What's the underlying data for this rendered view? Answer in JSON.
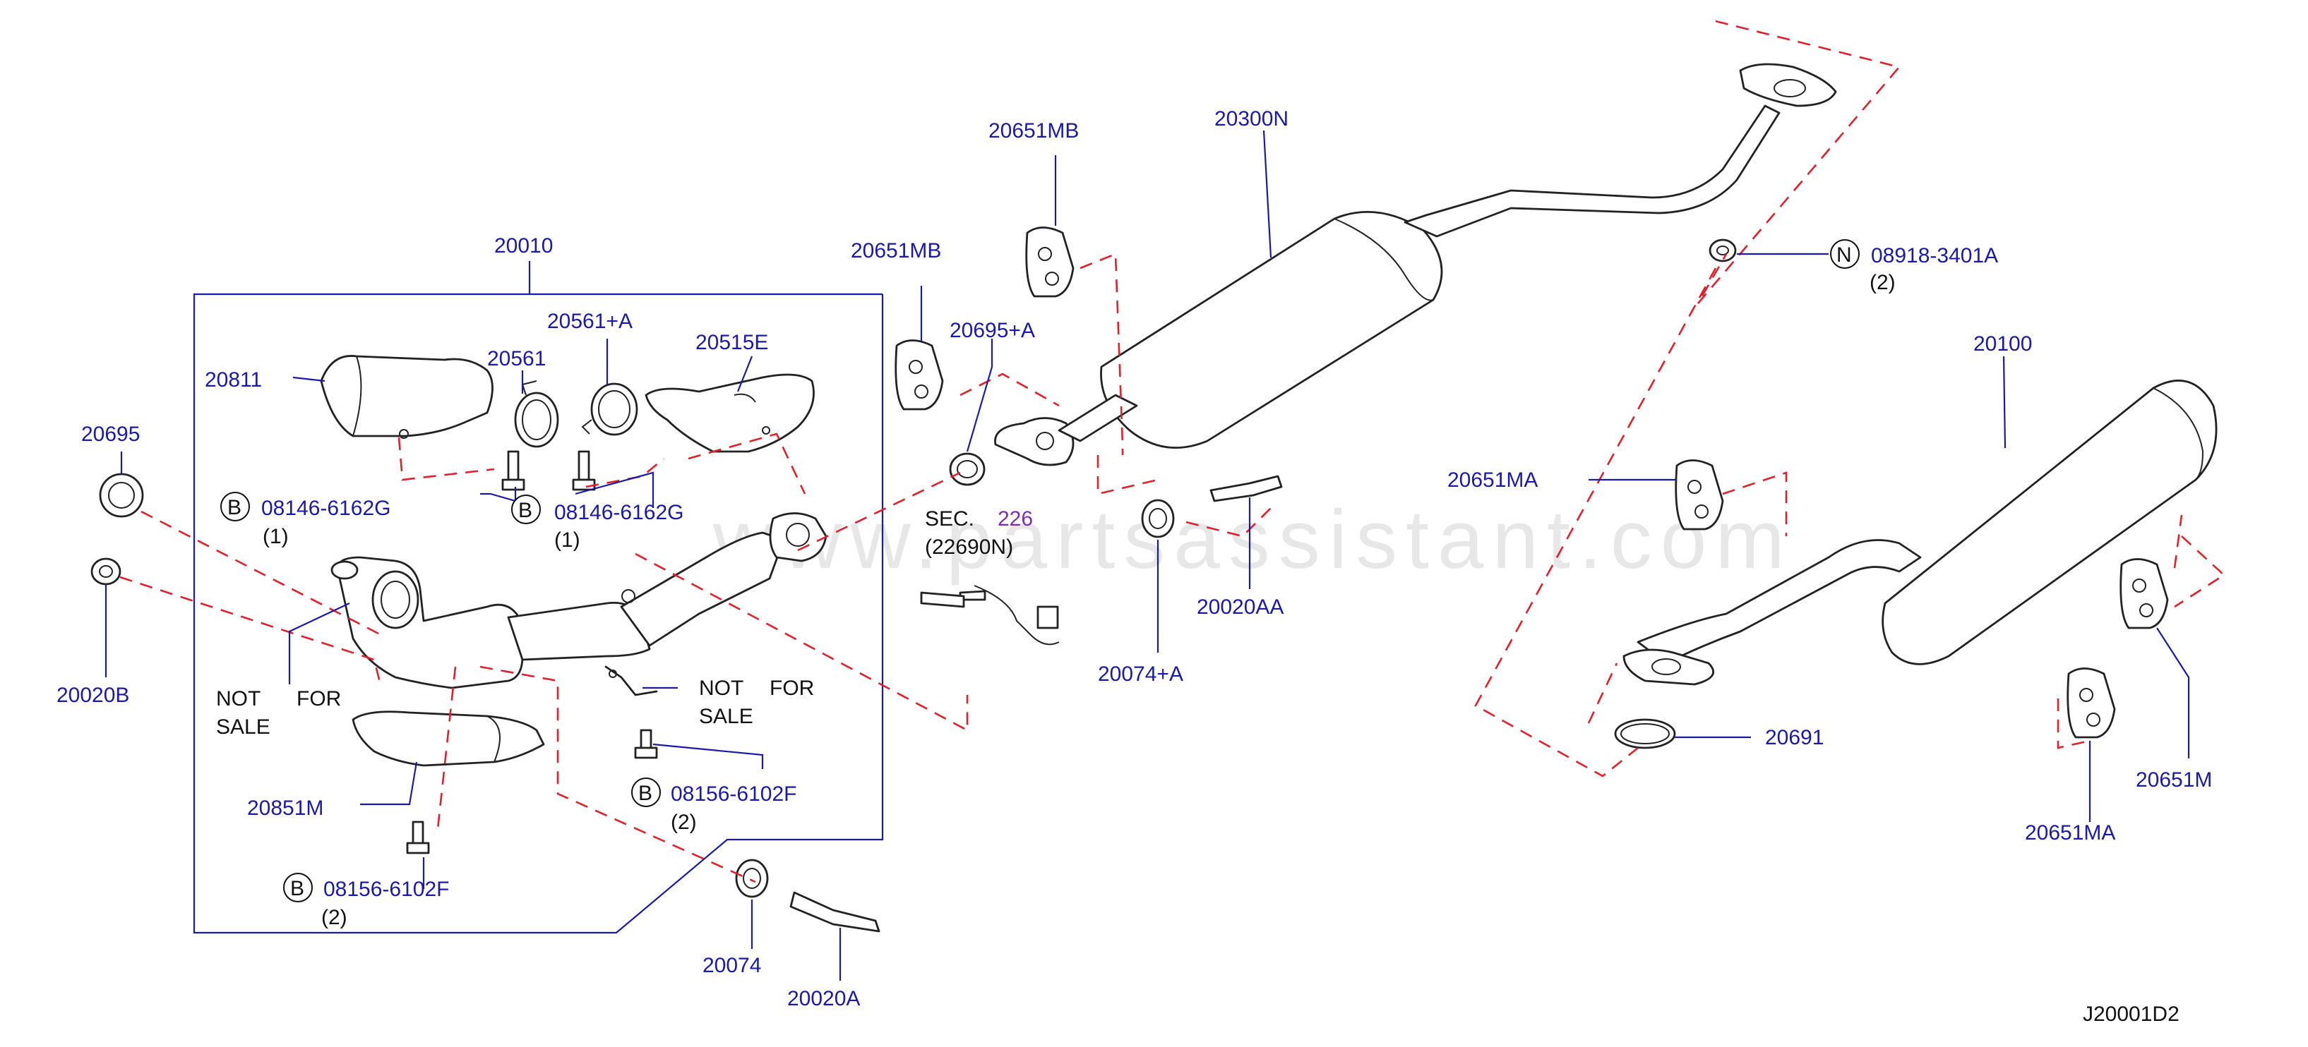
{
  "watermark": "www.partsassistant.com",
  "diagram_id": "J20001D2",
  "not_for_sale": [
    "NOT",
    "FOR",
    "SALE"
  ],
  "section_ref": {
    "prefix": "SEC.",
    "number": "226",
    "part": "(22690N)"
  },
  "part_numbers": {
    "p20010": "20010",
    "p20811": "20811",
    "p20561": "20561",
    "p20561a": "20561+A",
    "p20515e": "20515E",
    "p20695": "20695",
    "p20020b": "20020B",
    "p20851m": "20851M",
    "p20651mb_left": "20651MB",
    "p20651mb_top": "20651MB",
    "p20695a": "20695+A",
    "p20300n": "20300N",
    "p20074a": "20074+A",
    "p20020aa": "20020AA",
    "p20074": "20074",
    "p20020a": "20020A",
    "p20100": "20100",
    "p20651ma_left": "20651MA",
    "p20651ma_bottom": "20651MA",
    "p20651m": "20651M",
    "p20691": "20691"
  },
  "fasteners": [
    {
      "circle": "B",
      "code": "08146-6162G",
      "qty": "(1)"
    },
    {
      "circle": "B",
      "code": "08146-6162G",
      "qty": "(1)"
    },
    {
      "circle": "B",
      "code": "08156-6102F",
      "qty": "(2)"
    },
    {
      "circle": "B",
      "code": "08156-6102F",
      "qty": "(2)"
    },
    {
      "circle": "N",
      "code": "08918-3401A",
      "qty": "(2)"
    }
  ]
}
